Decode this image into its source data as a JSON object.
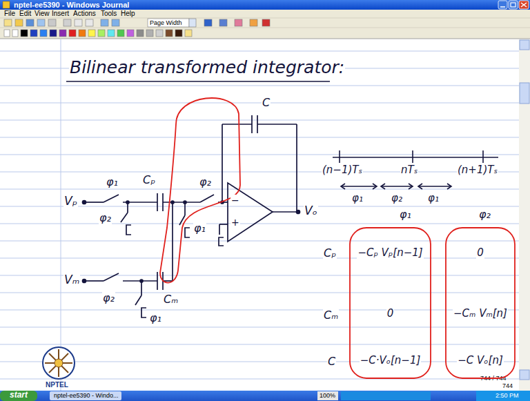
{
  "diagram": {
    "title": "Bilinear transformed integrator:",
    "nodes": [
      {
        "text": [
          "−Cₚ Vₚ[n−1]",
          "0",
          "−C·Vₒ[n−1]"
        ]
      },
      {
        "text": [
          "0",
          "−Cₘ Vₘ[n]",
          "−C Vₒ[n]"
        ]
      }
    ],
    "labels": [
      "nptel-ee5390 - Windows Journal",
      "File",
      "Edit",
      "View",
      "Insert",
      "Actions",
      "Tools",
      "Help",
      "Page Width",
      "φ₁",
      "Cₚ",
      "Vₚ",
      "φ₂",
      "φ₂",
      "C",
      "−",
      "+",
      "Vₒ",
      "φ₁",
      "Vₘ",
      "φ₂",
      "Cₘ",
      "φ₁",
      "(n−1)Tₛ",
      "nTₛ",
      "(n+1)Tₛ",
      "φ₁",
      "φ₂",
      "φ₁",
      "φ₁",
      "φ₂",
      "Cₚ",
      "Cₘ",
      "C",
      "744 / 744",
      "744",
      "NPTEL",
      "start",
      "nptel-ee5390 - Windo...",
      "100%",
      "2:50 PM"
    ]
  }
}
